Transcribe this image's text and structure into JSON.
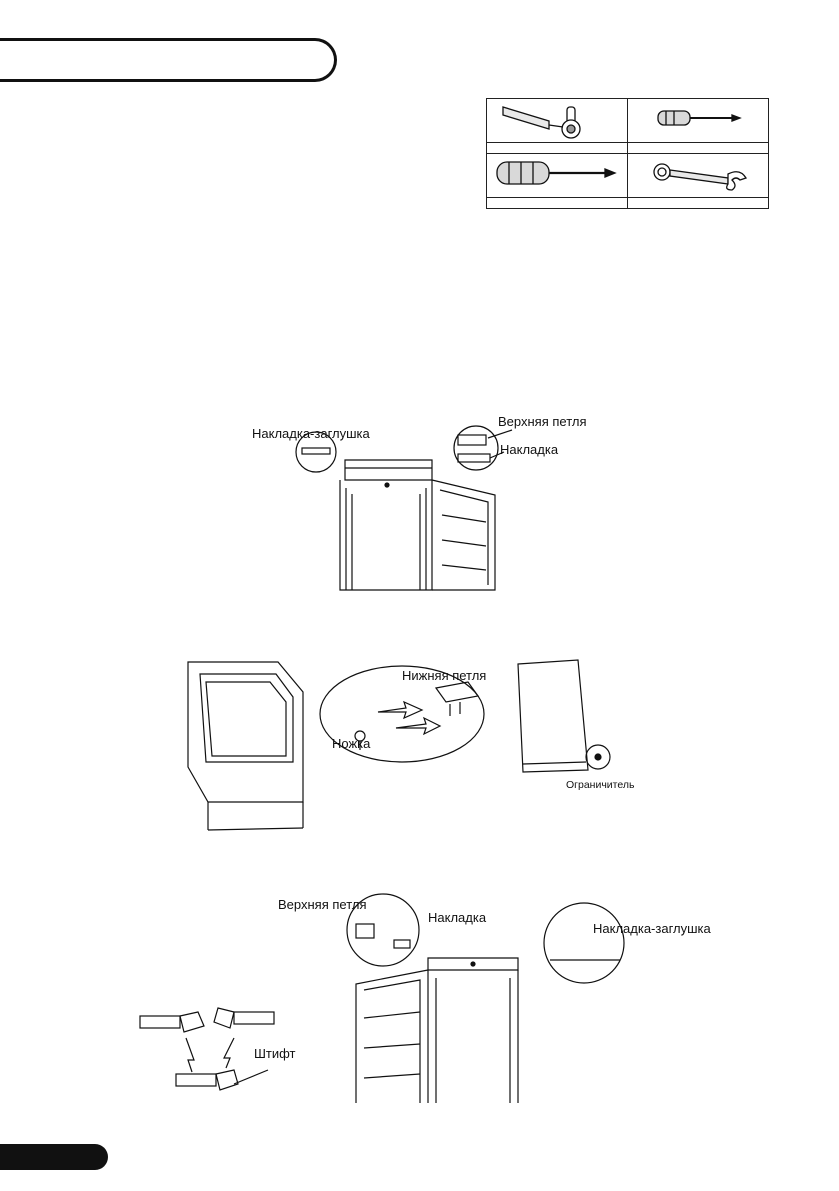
{
  "labels": {
    "cover_plate": "Накладка-заглушка",
    "top_hinge": "Верхняя петля",
    "cap": "Накладка",
    "bottom_hinge": "Нижняя петля",
    "foot": "Ножка",
    "stopper": "Ограничитель",
    "pin": "Штифт"
  },
  "icons": [
    "socket-wrench-icon",
    "small-screwdriver-icon",
    "phillips-screwdriver-icon",
    "combination-wrench-icon"
  ]
}
